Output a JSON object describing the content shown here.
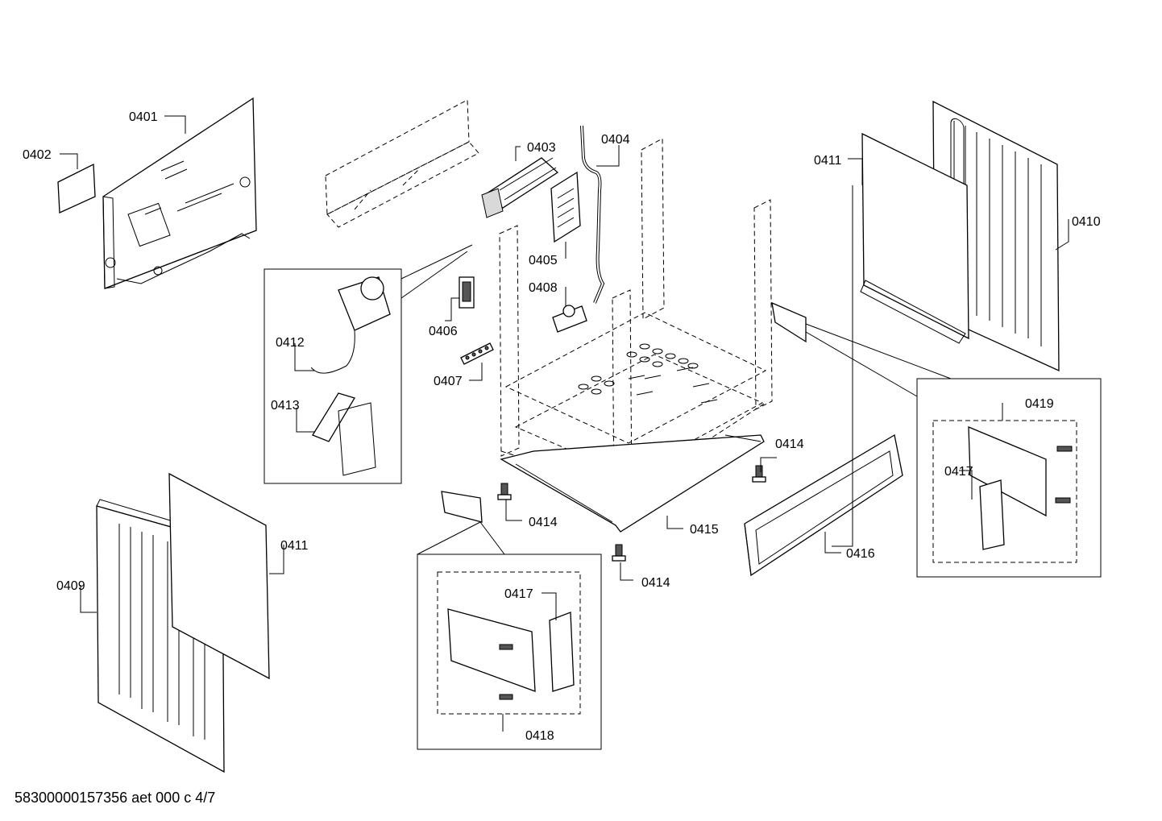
{
  "diagram": {
    "labels": {
      "p0401": "0401",
      "p0402": "0402",
      "p0403": "0403",
      "p0404": "0404",
      "p0405": "0405",
      "p0406": "0406",
      "p0407": "0407",
      "p0408": "0408",
      "p0409": "0409",
      "p0410": "0410",
      "p0411a": "0411",
      "p0411b": "0411",
      "p0412": "0412",
      "p0413": "0413",
      "p0414a": "0414",
      "p0414b": "0414",
      "p0414c": "0414",
      "p0415": "0415",
      "p0416": "0416",
      "p0417a": "0417",
      "p0417b": "0417",
      "p0418": "0418",
      "p0419": "0419"
    },
    "document_code": "58300000157356 aet 000 c 4/7"
  }
}
